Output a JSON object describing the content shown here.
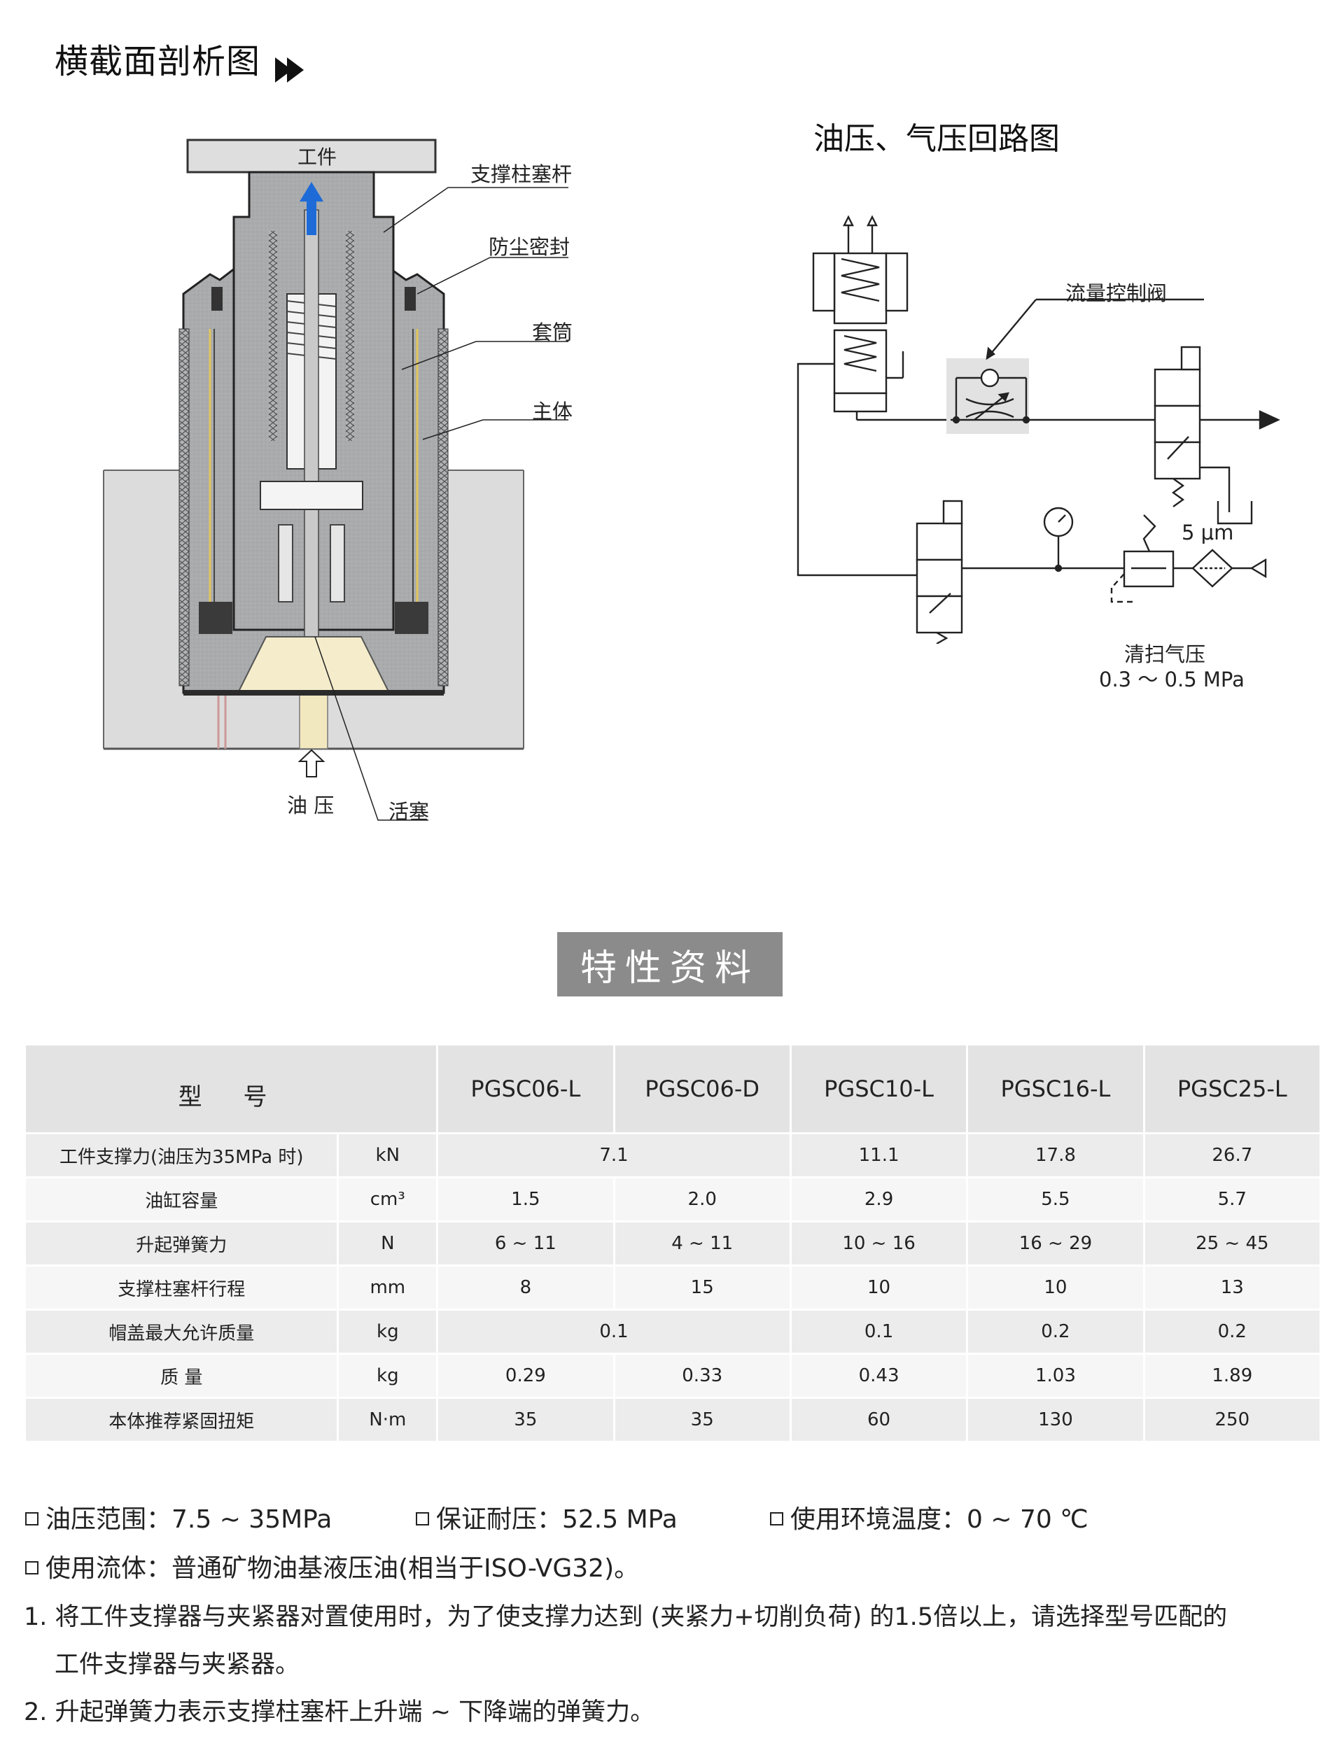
{
  "section_cross": {
    "title": "横截面剖析图"
  },
  "section_circuit": {
    "title": "油压、气压回路图"
  },
  "cross_labels": {
    "workpiece": "工件",
    "plunger": "支撑柱塞杆",
    "dust_seal": "防尘密封",
    "sleeve": "套筒",
    "body": "主体",
    "oil": "油 压",
    "piston": "活塞"
  },
  "circuit_labels": {
    "flow_valve": "流量控制阀",
    "filter": "5 μm",
    "purge_label": "清扫气压",
    "purge_range": "0.3 ～ 0.5 MPa"
  },
  "banner": {
    "title": "特性资料"
  },
  "spec_table": {
    "model_header": "型 号",
    "models": [
      "PGSC06-L",
      "PGSC06-D",
      "PGSC10-L",
      "PGSC16-L",
      "PGSC25-L"
    ],
    "rows": [
      {
        "label": "工件支撑力(油压为35MPa 时)",
        "unit": "kN",
        "merged": "7.1",
        "values": [
          "11.1",
          "17.8",
          "26.7"
        ]
      },
      {
        "label": "油缸容量",
        "unit": "cm³",
        "values": [
          "1.5",
          "2.0",
          "2.9",
          "5.5",
          "5.7"
        ]
      },
      {
        "label": "升起弹簧力",
        "unit": "N",
        "values": [
          "6 ~ 11",
          "4 ~ 11",
          "10 ~ 16",
          "16 ~ 29",
          "25 ~ 45"
        ]
      },
      {
        "label": "支撑柱塞杆行程",
        "unit": "mm",
        "values": [
          "8",
          "15",
          "10",
          "10",
          "13"
        ]
      },
      {
        "label": "帽盖最大允许质量",
        "unit": "kg",
        "merged": "0.1",
        "values": [
          "0.1",
          "0.2",
          "0.2"
        ]
      },
      {
        "label": "质 量",
        "unit": "kg",
        "values": [
          "0.29",
          "0.33",
          "0.43",
          "1.03",
          "1.89"
        ]
      },
      {
        "label": "本体推荐紧固扭矩",
        "unit": "N·m",
        "values": [
          "35",
          "35",
          "60",
          "130",
          "250"
        ]
      }
    ]
  },
  "notes": {
    "oil_range": "油压范围：7.5 ~ 35MPa",
    "proof_pressure": "保证耐压：52.5 MPa",
    "temp_range": "使用环境温度：0 ~ 70 ℃",
    "fluid": "使用流体：普通矿物油基液压油(相当于ISO-VG32)。",
    "note1_line1": "1. 将工件支撑器与夹紧器对置使用时，为了使支撑力达到 (夹紧力+切削负荷) 的1.5倍以上，请选择型号匹配的",
    "note1_line2": "工件支撑器与夹紧器。",
    "note2": "2. 升起弹簧力表示支撑柱塞杆上升端 ~ 下降端的弹簧力。"
  }
}
